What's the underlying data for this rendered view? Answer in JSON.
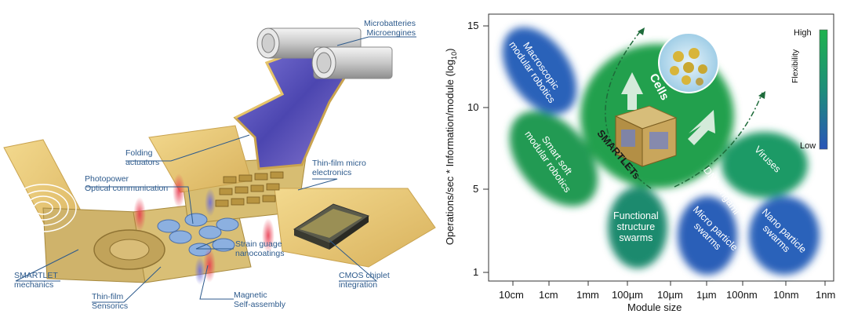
{
  "left": {
    "labels": {
      "microbatteries": "Microbatteries",
      "microengines": "Microengines",
      "folding1": "Folding",
      "folding2": "actuators",
      "photopower": "Photopower",
      "optical": "Optical communication",
      "thinfilm_micro1": "Thin-film micro",
      "thinfilm_micro2": "electronics",
      "strain1": "Strain guage",
      "strain2": "nanocoatings",
      "smartlet1": "SMARTLET",
      "smartlet2": "mechanics",
      "cmos1": "CMOS chiplet",
      "cmos2": "integration",
      "magnetic1": "Magnetic",
      "magnetic2": "Self-assembly",
      "sensorics1": "Thin-film",
      "sensorics2": "Sensorics"
    },
    "colors": {
      "label": "#2d5a8c",
      "film": "#e8c679",
      "electronics": "#6a60c8"
    }
  },
  "right": {
    "y_axis_label": "Operations/sec * Information/module (log",
    "y_axis_sub": "10",
    "y_axis_close": ")",
    "x_axis_label": "Module size",
    "y_ticks": [
      "15",
      "10",
      "5",
      "1"
    ],
    "x_ticks": [
      "10cm",
      "1cm",
      "1mm",
      "100µm",
      "10µm",
      "1µm",
      "100nm",
      "10nm",
      "1nm"
    ],
    "colorbar": {
      "high": "High",
      "low": "Low",
      "title": "Flexibility"
    },
    "blobs": {
      "macroscopic": [
        "Macroscopic",
        "modular robotics"
      ],
      "smart_soft": [
        "Smart soft",
        "modular robotics"
      ],
      "functional": [
        "Functional",
        "structure",
        "swarms"
      ],
      "micro": [
        "Micro particle",
        "swarms"
      ],
      "nano": [
        "Nano particle",
        "swarms"
      ],
      "dna": "DNA origami",
      "viruses": "Viruses",
      "cells": "Cells",
      "smartlets": "SMARTLETs"
    },
    "colors": {
      "green": "#22a34a",
      "blue": "#2f5fb5"
    }
  }
}
